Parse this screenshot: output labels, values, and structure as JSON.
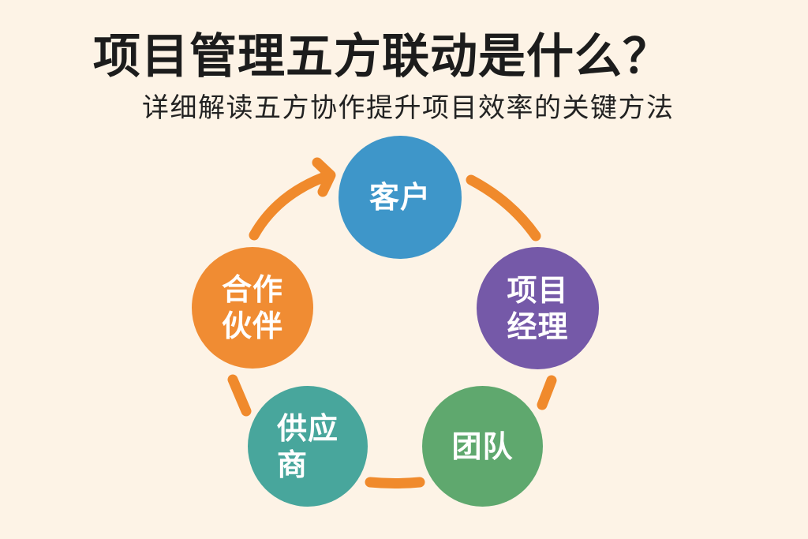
{
  "header": {
    "title": "项目管理五方联动是什么？",
    "subtitle": "详细解读五方协作提升项目效率的关键方法"
  },
  "diagram": {
    "type": "cycle",
    "connector_color": "#F08A2C",
    "nodes": [
      {
        "id": "customer",
        "lines": [
          "客户"
        ],
        "color": "#3E96C9"
      },
      {
        "id": "project-manager",
        "lines": [
          "项目",
          "经理"
        ],
        "color": "#7559A8"
      },
      {
        "id": "team",
        "lines": [
          "团队"
        ],
        "color": "#5FA86E"
      },
      {
        "id": "supplier",
        "lines": [
          "供应",
          "商"
        ],
        "color": "#48A69C"
      },
      {
        "id": "partner",
        "lines": [
          "合作",
          "伙伴"
        ],
        "color": "#F08C33"
      }
    ],
    "edges": [
      {
        "from": "partner",
        "to": "customer",
        "arrow": true
      },
      {
        "from": "customer",
        "to": "project-manager",
        "arrow": false
      },
      {
        "from": "project-manager",
        "to": "team",
        "arrow": false
      },
      {
        "from": "team",
        "to": "supplier",
        "arrow": false
      },
      {
        "from": "supplier",
        "to": "partner",
        "arrow": false
      }
    ]
  }
}
